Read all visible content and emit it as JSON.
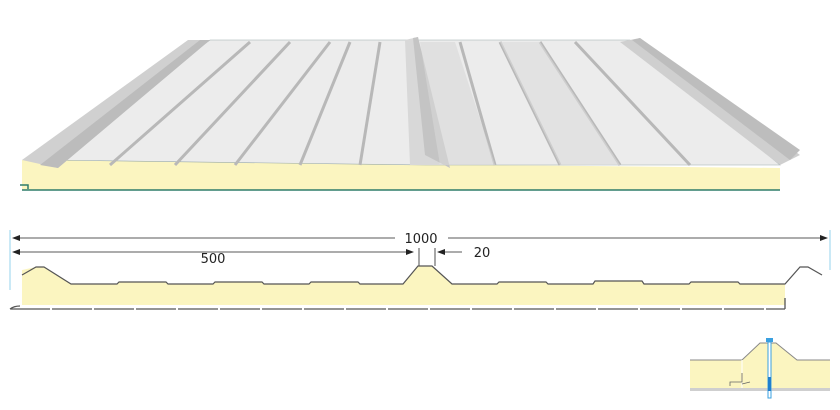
{
  "dimensions": {
    "total_width": "1000",
    "half_width": "500",
    "rib_top_width": "20"
  },
  "colors": {
    "foam": "#fbf5c0",
    "steel_light": "#ececec",
    "steel_mid": "#d6d6d6",
    "steel_dark": "#bdbdbd",
    "outline": "#555555",
    "edge_green": "#2e7d6a",
    "fastener": "#3aa0e0"
  }
}
